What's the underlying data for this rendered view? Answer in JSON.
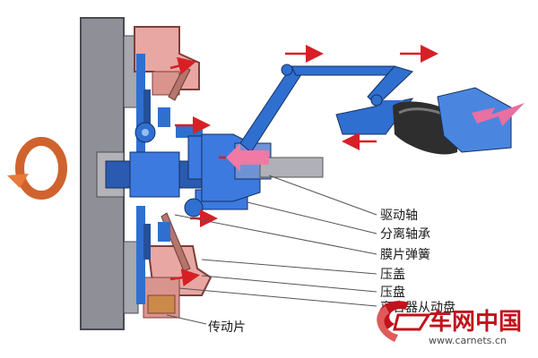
{
  "labels": {
    "drive_shaft": "驱动轴",
    "release_bearing": "分离轴承",
    "diaphragm_spring": "膜片弹簧",
    "pressure_cover": "压盖",
    "pressure_plate": "压盘",
    "driven_disc": "离合器从动盘",
    "drive_strap": "传动片"
  },
  "brand": {
    "name": "车网中国",
    "url": "www.carnets.cn"
  },
  "colors": {
    "flywheel": "#8f8f98",
    "clutch_blue": "#2f6fd0",
    "pink": "#e8a7a2",
    "arrow_red": "#d81f26",
    "leader_line": "#555555",
    "brand_red": "#c2121b"
  }
}
